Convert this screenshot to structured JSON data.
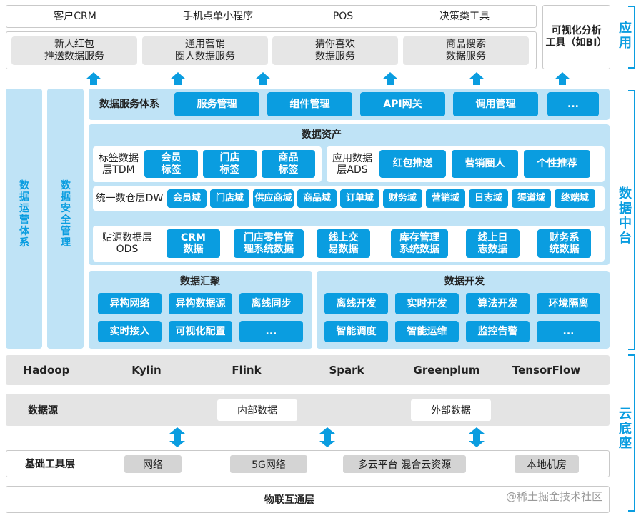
{
  "apps": {
    "top_labels": [
      "客户CRM",
      "手机点单小程序",
      "POS",
      "决策类工具"
    ],
    "services": [
      "新人红包\n推送数据服务",
      "通用营销\n圈人数据服务",
      "猜你喜欢\n数据服务",
      "商品搜索\n数据服务"
    ],
    "bi_label": "可视化分析\n工具（如BI）"
  },
  "side_labels": {
    "app": "应\n用",
    "middle": "数\n据\n中\n台",
    "cloud": "云\n底\n座"
  },
  "left_columns": {
    "ops": "数\n据\n运\n营\n体\n系",
    "security": "数\n据\n安\n全\n管\n理"
  },
  "service_system": {
    "title": "数据服务体系",
    "items": [
      "服务管理",
      "组件管理",
      "API网关",
      "调用管理",
      "..."
    ]
  },
  "assets": {
    "title": "数据资产",
    "tdm_label": "标签数据\n层TDM",
    "tdm_items": [
      "会员\n标签",
      "门店\n标签",
      "商品\n标签"
    ],
    "ads_label": "应用数据\n层ADS",
    "ads_items": [
      "红包推送",
      "营销圈人",
      "个性推荐"
    ],
    "dw_label": "统一数仓层DW",
    "dw_items": [
      "会员域",
      "门店域",
      "供应商域",
      "商品域",
      "订单域",
      "财务域",
      "营销域",
      "日志域",
      "渠道域",
      "终端域"
    ],
    "ods_label": "贴源数据层\nODS",
    "ods_items": [
      "CRM\n数据",
      "门店零售管\n理系统数据",
      "线上交\n易数据",
      "库存管理\n系统数据",
      "线上日\n志数据",
      "财务系\n统数据"
    ]
  },
  "collect": {
    "title": "数据汇聚",
    "items": [
      "异构网络",
      "异构数据源",
      "离线同步",
      "实时接入",
      "可视化配置",
      "..."
    ]
  },
  "develop": {
    "title": "数据开发",
    "items": [
      "离线开发",
      "实时开发",
      "算法开发",
      "环境隔离",
      "智能调度",
      "智能运维",
      "监控告警",
      "..."
    ]
  },
  "engines": [
    "Hadoop",
    "Kylin",
    "Flink",
    "Spark",
    "Greenplum",
    "TensorFlow"
  ],
  "datasource": {
    "label": "数据源",
    "items": [
      "内部数据",
      "外部数据"
    ]
  },
  "infra": {
    "label": "基础工具层",
    "items": [
      "网络",
      "5G网络",
      "多云平台 混合云资源",
      "本地机房"
    ]
  },
  "iot": "物联互通层",
  "watermark": "@稀土掘金技术社区",
  "colors": {
    "accent": "#0a9de0",
    "light_blue": "#bfe3f6",
    "gray": "#e4e4e4"
  }
}
